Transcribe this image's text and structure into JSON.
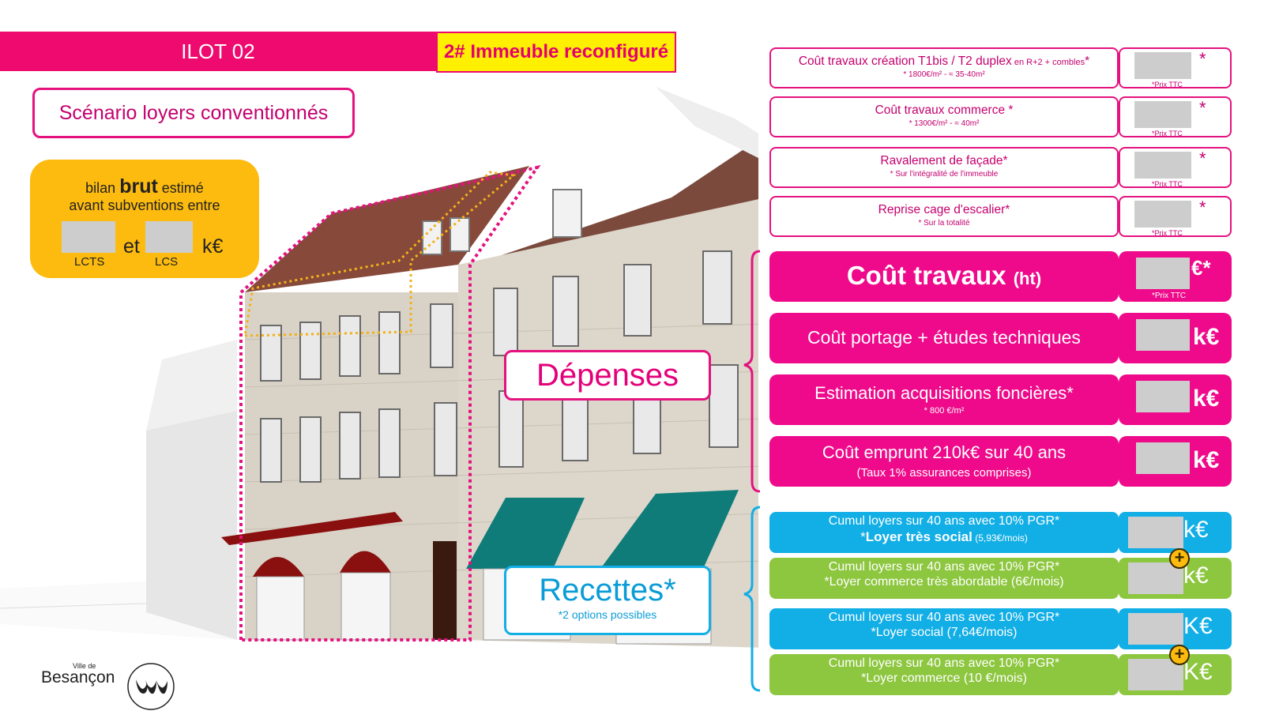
{
  "header": {
    "title": "ILOT 02",
    "subtitle": "2# Immeuble reconfiguré"
  },
  "scenario": {
    "label": "Scénario loyers conventionnés"
  },
  "bilan": {
    "line1_pre": "bilan ",
    "line1_bold": "brut",
    "line1_post": " estimé",
    "line2": "avant subventions entre",
    "et": "et",
    "unit": "k€",
    "label_left": "LCTS",
    "label_right": "LCS"
  },
  "cost_items": [
    {
      "title": "Coût travaux création T1bis / T2 duplex",
      "title_small": " en R+2 + combles",
      "star": "*",
      "note": "* 1800€/m² - ≈ 35-40m²",
      "value_star": "*",
      "value_note": "*Prix TTC"
    },
    {
      "title": "Coût travaux commerce",
      "title_small": "",
      "star": " *",
      "note": "* 1300€/m² - ≈ 40m²",
      "value_star": "*",
      "value_note": "*Prix TTC"
    },
    {
      "title": "Ravalement de façade",
      "title_small": "",
      "star": "*",
      "note": "* Sur l'intégralité de l'immeuble",
      "value_star": "*",
      "value_note": "*Prix TTC"
    },
    {
      "title": "Reprise cage d'escalier",
      "title_small": "",
      "star": "*",
      "note": "* Sur la totalité",
      "value_star": "*",
      "value_note": "*Prix TTC"
    }
  ],
  "total": {
    "label": "Coût travaux",
    "label_small": "(ht)",
    "value_suffix": "€*",
    "value_note": "*Prix TTC"
  },
  "expenses": [
    {
      "label": "Coût portage + études techniques",
      "note": "",
      "unit": "k€"
    },
    {
      "label": "Estimation acquisitions foncières*",
      "note": "* 800 €/m²",
      "unit": "k€"
    },
    {
      "label": "Coût emprunt 210k€ sur 40 ans",
      "note": "(Taux 1% assurances comprises)",
      "unit": "k€"
    }
  ],
  "revenues": [
    {
      "line1": "Cumul loyers sur 40 ans avec 10% PGR*",
      "line2_pre": "*",
      "line2_bold": "Loyer très social",
      "line2_post": " (5,93€/mois)",
      "unit": "k€",
      "color": "#12aee6"
    },
    {
      "line1": "Cumul loyers sur 40 ans avec 10% PGR*",
      "line2_pre": "*Loyer commerce très abordable (6€/mois)",
      "line2_bold": "",
      "line2_post": "",
      "unit": "k€",
      "color": "#8dc63f"
    },
    {
      "line1": "Cumul loyers sur 40 ans avec 10% PGR*",
      "line2_pre": "*Loyer social (7,64€/mois)",
      "line2_bold": "",
      "line2_post": "",
      "unit": "K€",
      "color": "#12aee6"
    },
    {
      "line1": "Cumul loyers sur 40 ans avec 10% PGR*",
      "line2_pre": "*Loyer commerce (10 €/mois)",
      "line2_bold": "",
      "line2_post": "",
      "unit": "K€",
      "color": "#8dc63f"
    }
  ],
  "plus": "+",
  "labels": {
    "depenses": "Dépenses",
    "recettes": "Recettes*",
    "recettes_note": "*2 options possibles"
  },
  "logo": {
    "small": "Ville de",
    "name": "Besançon"
  },
  "colors": {
    "pink": "#ee0a6e",
    "yellow": "#ffef00",
    "orange": "#fdbb0f",
    "blue": "#12aee6",
    "green": "#8dc63f"
  }
}
